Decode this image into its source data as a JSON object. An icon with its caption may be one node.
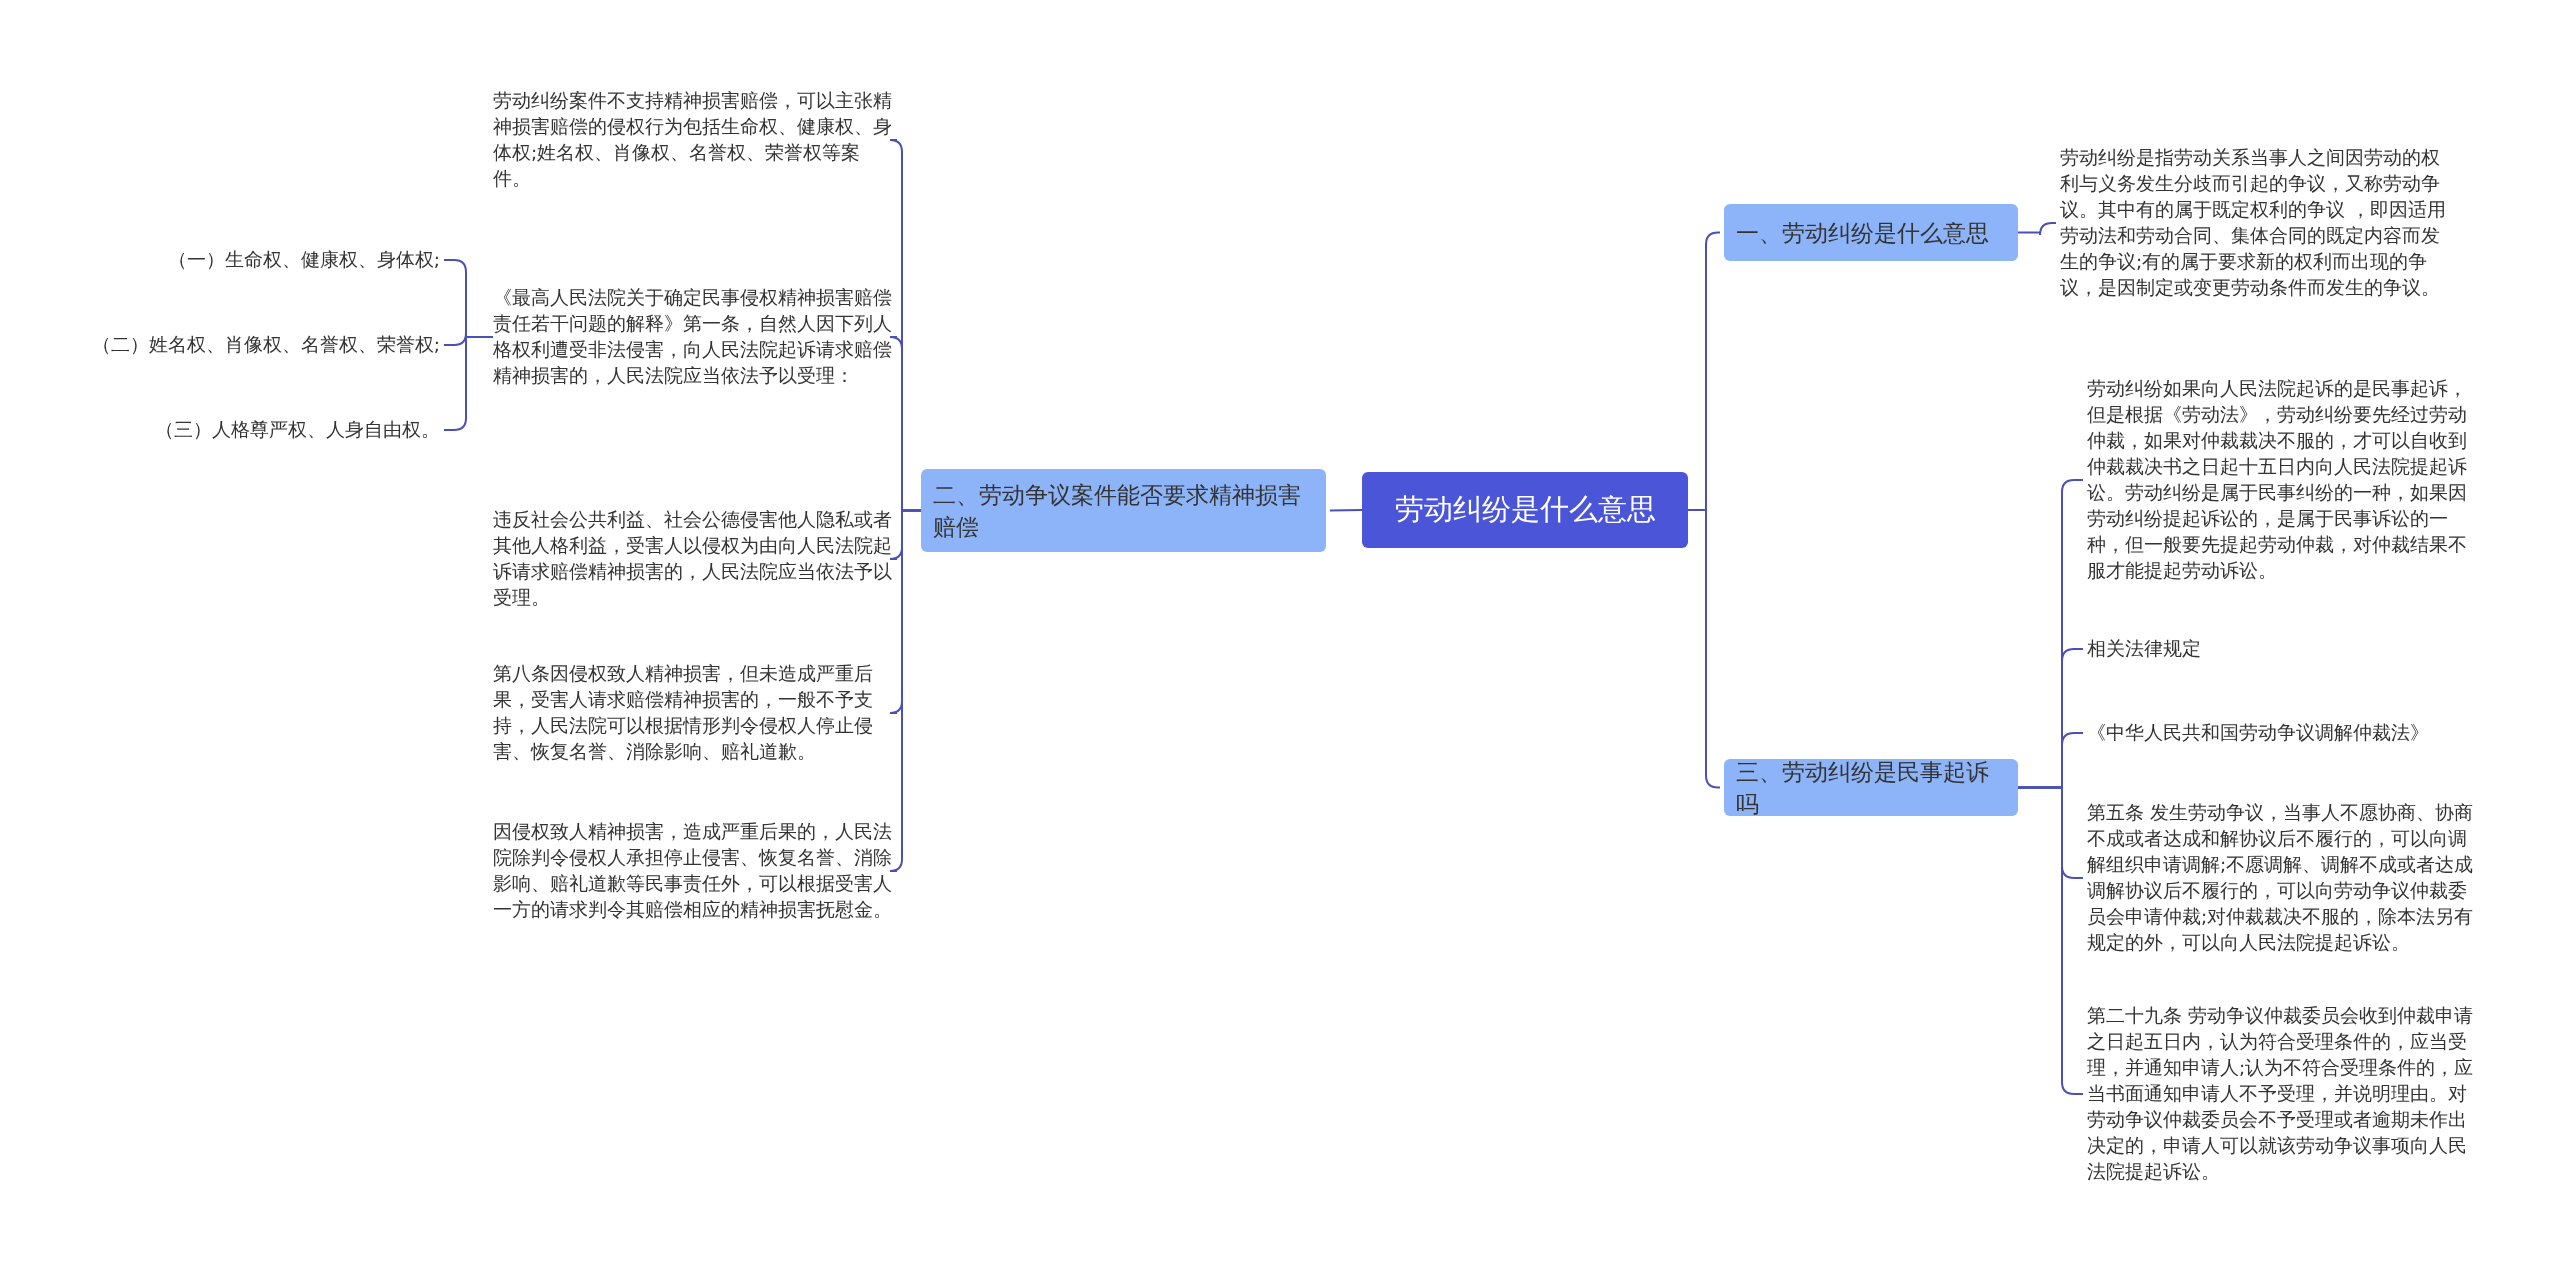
{
  "diagram": {
    "nodes": [
      {
        "text": [
          "劳动纠纷是什么意思"
        ]
      },
      {
        "text": [
          "二、劳动争议案件能否要求精神损害赔偿"
        ]
      },
      {
        "text": [
          "劳动纠纷案件不支持精神损害赔偿，可以主张精神损害赔偿的侵权行为包括生命权、健康权、身体权;姓名权、肖像权、名誉权、荣誉权等案件。"
        ]
      },
      {
        "text": [
          "《最高人民法院关于确定民事侵权精神损害赔偿责任若干问题的解释》第一条，自然人因下列人格权利遭受非法侵害，向人民法院起诉请求赔偿精神损害的，人民法院应当依法予以受理："
        ]
      },
      {
        "text": [
          "（一）生命权、健康权、身体权;"
        ]
      },
      {
        "text": [
          "（二）姓名权、肖像权、名誉权、荣誉权;"
        ]
      },
      {
        "text": [
          "（三）人格尊严权、人身自由权。"
        ]
      },
      {
        "text": [
          "违反社会公共利益、社会公德侵害他人隐私或者其他人格利益，受害人以侵权为由向人民法院起诉请求赔偿精神损害的，人民法院应当依法予以受理。"
        ]
      },
      {
        "text": [
          "第八条因侵权致人精神损害，但未造成严重后果，受害人请求赔偿精神损害的，一般不予支持，人民法院可以根据情形判令侵权人停止侵害、恢复名誉、消除影响、赔礼道歉。"
        ]
      },
      {
        "text": [
          "因侵权致人精神损害，造成严重后果的，人民法院除判令侵权人承担停止侵害、恢复名誉、消除影响、赔礼道歉等民事责任外，可以根据受害人一方的请求判令其赔偿相应的精神损害抚慰金。"
        ]
      },
      {
        "text": [
          "一、劳动纠纷是什么意思"
        ]
      },
      {
        "text": [
          "劳动纠纷是指劳动关系当事人之间因劳动的权利与义务发生分歧而引起的争议，又称劳动争议。其中有的属于既定权利的争议 ，即因适用劳动法和劳动合同、集体合同的既定内容而发生的争议;有的属于要求新的权利而出现的争议，是因制定或变更劳动条件而发生的争议。"
        ]
      },
      {
        "text": [
          "三、劳动纠纷是民事起诉吗"
        ]
      },
      {
        "text": [
          "劳动纠纷如果向人民法院起诉的是民事起诉，但是根据《劳动法》，劳动纠纷要先经过劳动仲裁，如果对仲裁裁决不服的，才可以自收到仲裁裁决书之日起十五日内向人民法院提起诉讼。劳动纠纷是属于民事纠纷的一种，如果因劳动纠纷提起诉讼的，是属于民事诉讼的一种，但一般要先提起劳动仲裁，对仲裁结果不服才能提起劳动诉讼。"
        ]
      },
      {
        "text": [
          "相关法律规定"
        ]
      },
      {
        "text": [
          "《中华人民共和国劳动争议调解仲裁法》"
        ]
      },
      {
        "text": [
          "第五条 发生劳动争议，当事人不愿协商、协商不成或者达成和解协议后不履行的，可以向调解组织申请调解;不愿调解、调解不成或者达成调解协议后不履行的，可以向劳动争议仲裁委员会申请仲裁;对仲裁裁决不服的，除本法另有规定的外，可以向人民法院提起诉讼。"
        ]
      },
      {
        "text": [
          "第二十九条 劳动争议仲裁委员会收到仲裁申请之日起五日内，认为符合受理条件的，应当受理，并通知申请人;认为不符合受理条件的，应当书面通知申请人不予受理，并说明理由。对劳动争议仲裁委员会不予受理或者逾期未作出决定的，申请人可以就该劳动争议事项向人民法院提起诉讼。"
        ]
      }
    ],
    "edges": [
      {
        "from": 0,
        "to": 1,
        "arrow": "none"
      },
      {
        "from": 1,
        "to": 2,
        "arrow": "none"
      },
      {
        "from": 1,
        "to": 3,
        "arrow": "none"
      },
      {
        "from": 3,
        "to": 4,
        "arrow": "none"
      },
      {
        "from": 3,
        "to": 5,
        "arrow": "none"
      },
      {
        "from": 3,
        "to": 6,
        "arrow": "none"
      },
      {
        "from": 1,
        "to": 7,
        "arrow": "none"
      },
      {
        "from": 1,
        "to": 8,
        "arrow": "none"
      },
      {
        "from": 1,
        "to": 9,
        "arrow": "none"
      },
      {
        "from": 0,
        "to": 10,
        "arrow": "none"
      },
      {
        "from": 10,
        "to": 11,
        "arrow": "none"
      },
      {
        "from": 0,
        "to": 12,
        "arrow": "none"
      },
      {
        "from": 12,
        "to": 13,
        "arrow": "none"
      },
      {
        "from": 12,
        "to": 14,
        "arrow": "none"
      },
      {
        "from": 12,
        "to": 15,
        "arrow": "none"
      },
      {
        "from": 12,
        "to": 16,
        "arrow": "none"
      },
      {
        "from": 12,
        "to": 17,
        "arrow": "none"
      }
    ]
  }
}
